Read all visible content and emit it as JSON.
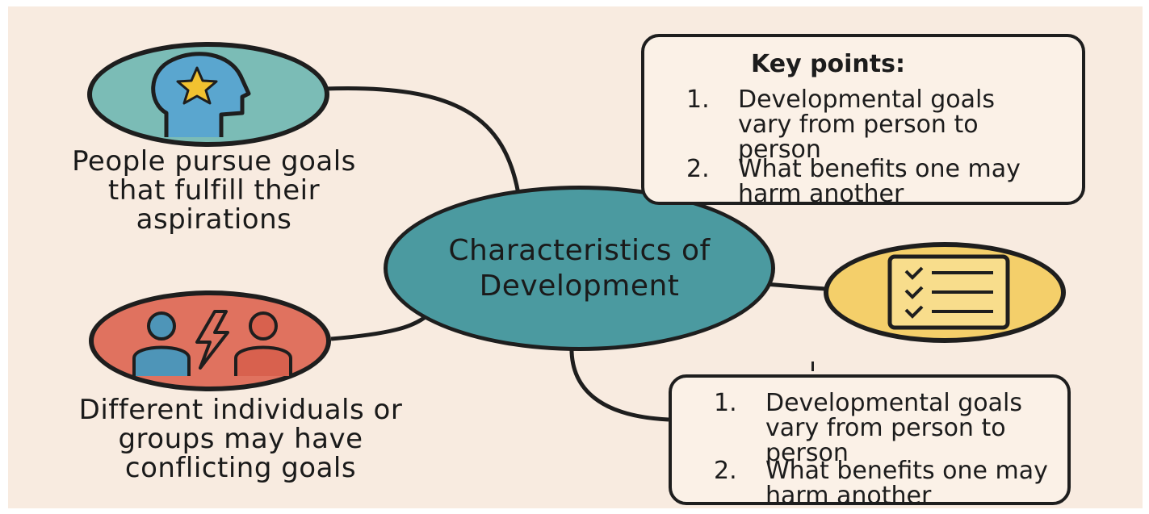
{
  "center": {
    "title": "Characteristics of Development"
  },
  "top_left": {
    "caption": "People pursue goals that fulfill their aspirations",
    "icon": "head-with-star-icon"
  },
  "bottom_left": {
    "caption": "Different individuals or groups may have conflicting goals",
    "icon": "conflict-people-icon"
  },
  "right_icon": {
    "icon": "checklist-icon"
  },
  "top_card": {
    "title": "Key points:",
    "points": [
      {
        "num": "1.",
        "text": "Developmental goals vary from person to person"
      },
      {
        "num": "2.",
        "text": "What benefits one may harm another"
      }
    ]
  },
  "bottom_card": {
    "points": [
      {
        "num": "1.",
        "text": "Developmental goals vary from person to person"
      },
      {
        "num": "2.",
        "text": "What benefits one may harm another"
      }
    ]
  },
  "colors": {
    "background": "#f8ebe0",
    "center": "#4b9aa0",
    "teal_circle": "#7bbcb6",
    "red_circle": "#e0725f",
    "yellow_circle": "#f4cf6a",
    "outline": "#1e1e1e"
  }
}
